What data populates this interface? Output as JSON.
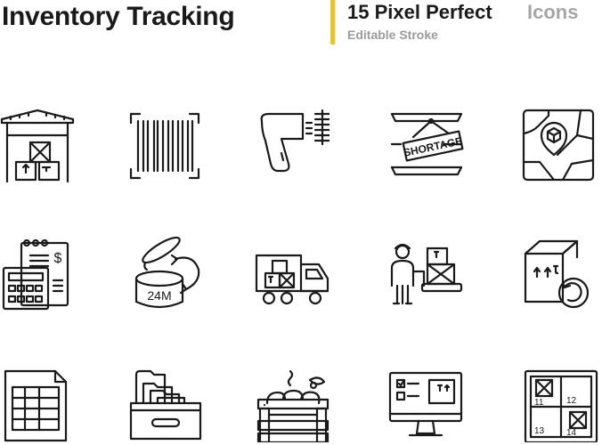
{
  "header": {
    "title": "Inventory Tracking",
    "pixel_label": "15 Pixel Perfect",
    "icons_label": "Icons",
    "stroke_label": "Editable Stroke",
    "accent_color": "#f2c21b"
  },
  "icons": {
    "shortage_sign": "SHORTAGE",
    "duration": "24M",
    "locations": [
      "11",
      "12",
      "13",
      "14"
    ],
    "names": [
      "warehouse-icon",
      "barcode-icon",
      "barcode-scanner-icon",
      "shortage-shelf-icon",
      "map-location-icon",
      "accounting-calculator-icon",
      "shelf-life-jar-icon",
      "delivery-truck-icon",
      "warehouse-worker-icon",
      "box-return-icon",
      "spreadsheet-icon",
      "file-cabinet-icon",
      "produce-crate-icon",
      "inventory-monitor-icon",
      "storage-locations-icon"
    ]
  }
}
